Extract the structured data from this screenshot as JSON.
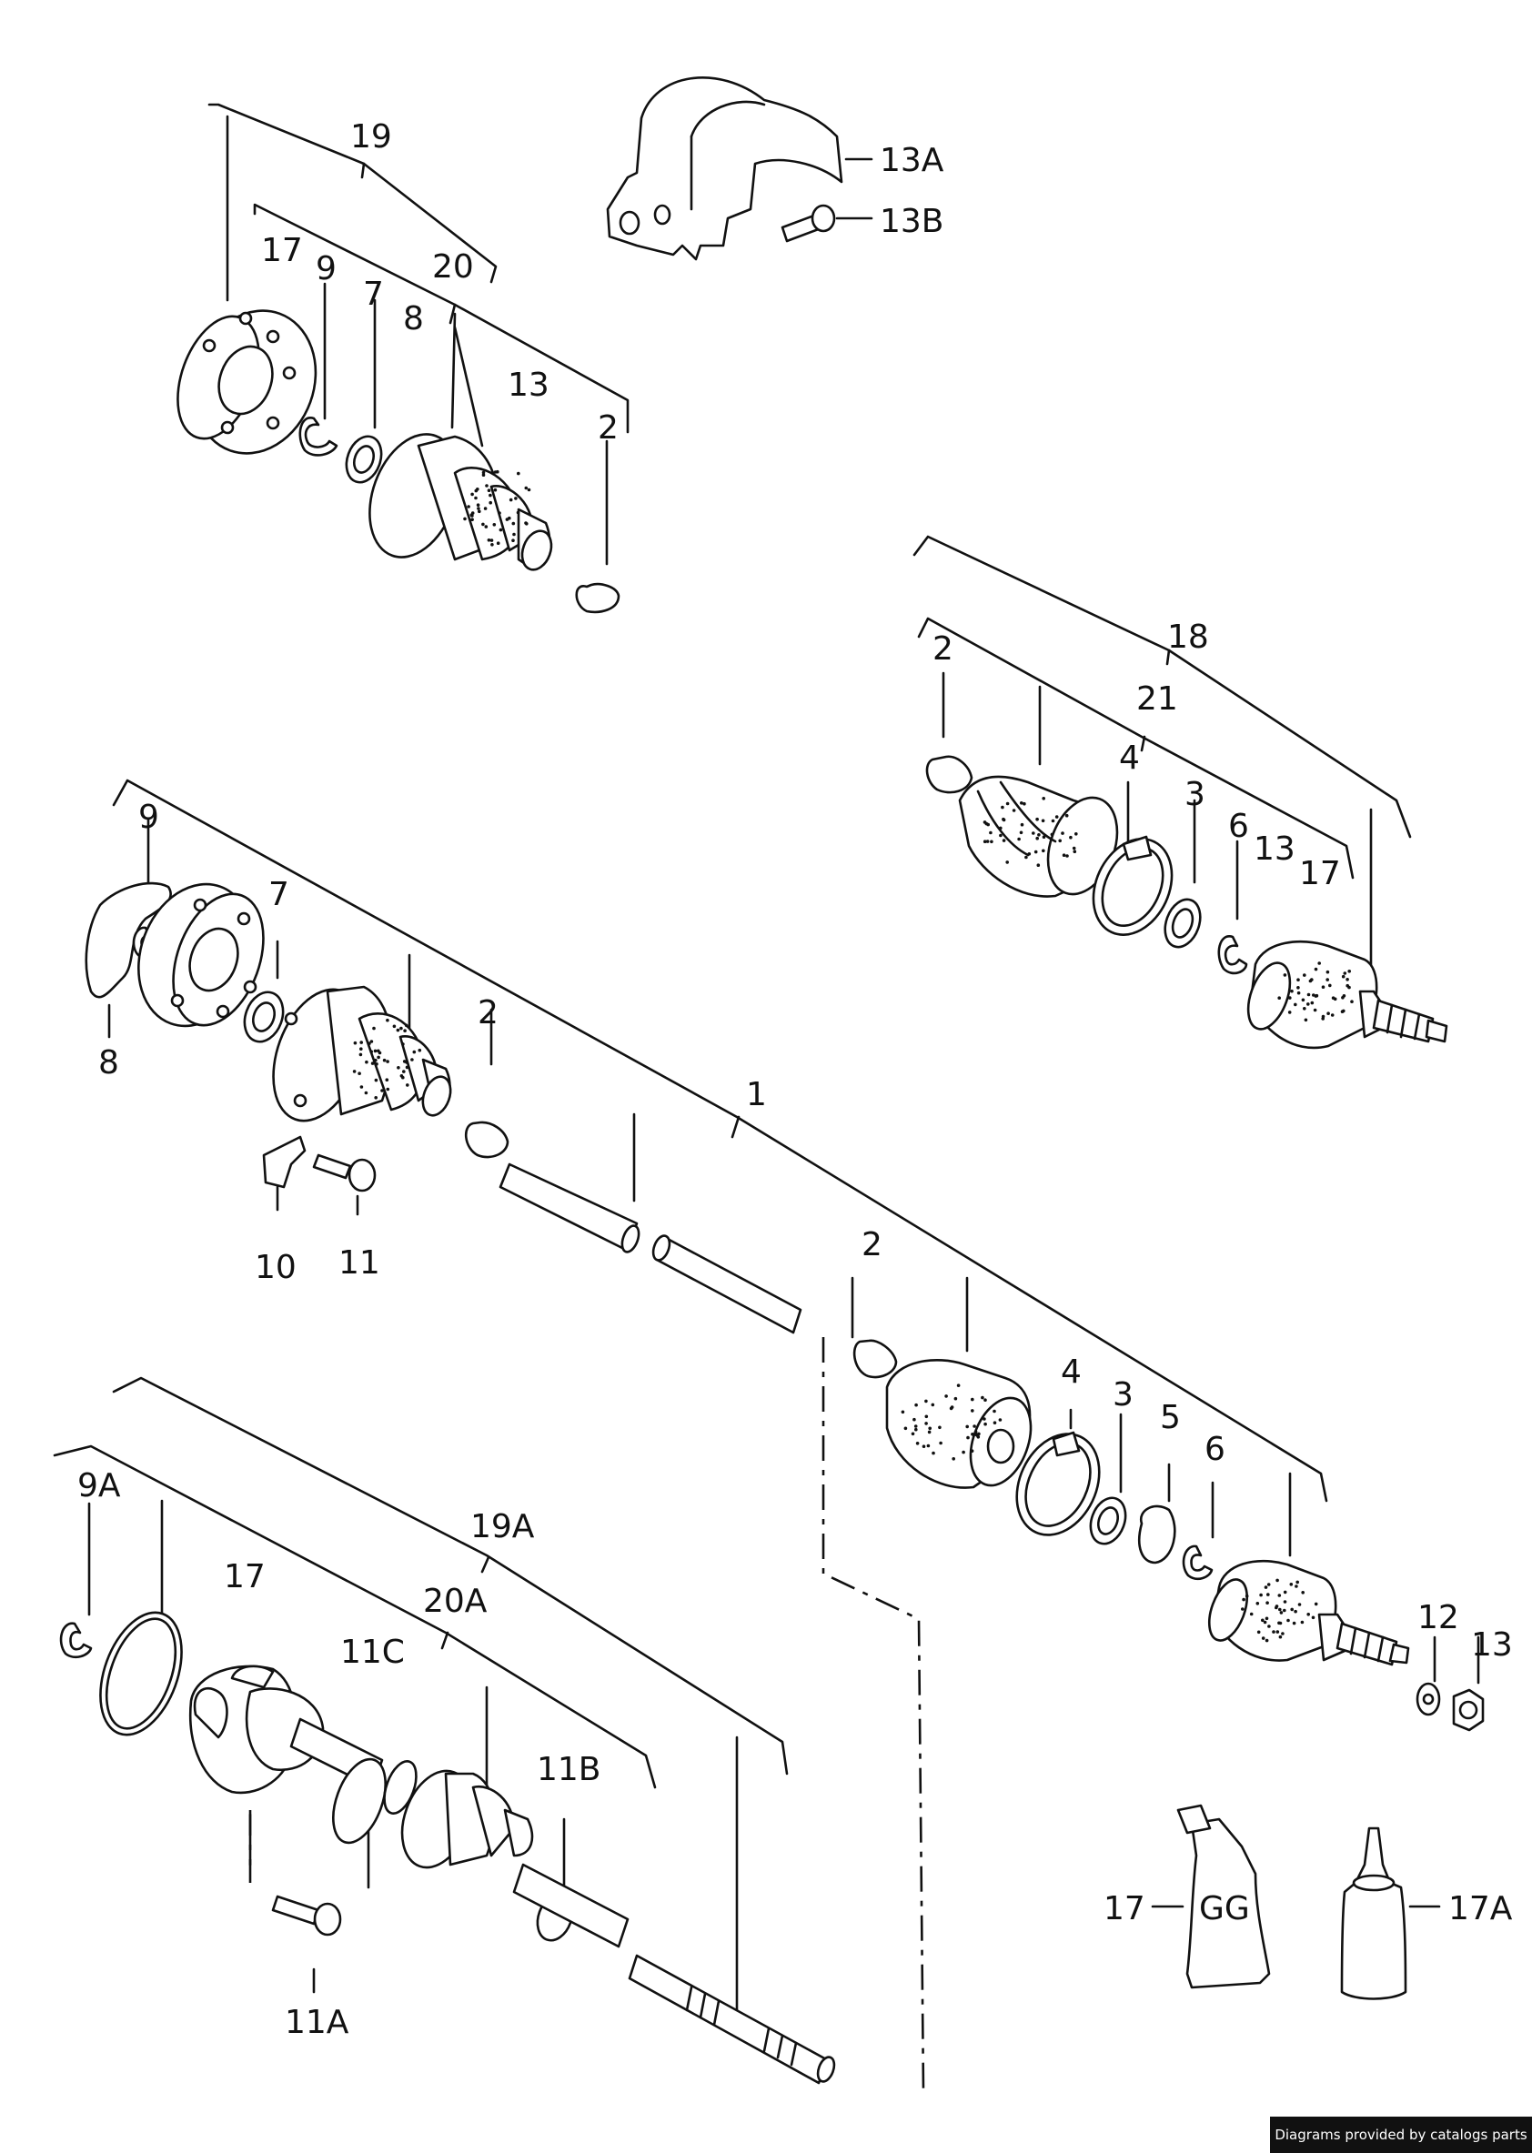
{
  "labels": {
    "l19": "19",
    "l17a": "17",
    "l9a": "9",
    "l7a": "7",
    "l20": "20",
    "l8a": "8",
    "l13a": "13",
    "l2a": "2",
    "l13A": "13A",
    "l13B": "13B",
    "l18": "18",
    "l2b": "2",
    "l21": "21",
    "l4a": "4",
    "l3a": "3",
    "l6a": "6",
    "l13b": "13",
    "l17b": "17",
    "l9b": "9",
    "l7b": "7",
    "l8b": "8",
    "l2c": "2",
    "l1": "1",
    "l10": "10",
    "l11": "11",
    "l2d": "2",
    "l4b": "4",
    "l3b": "3",
    "l5": "5",
    "l6b": "6",
    "l12": "12",
    "l13c": "13",
    "l9A": "9A",
    "l17c": "17",
    "l19A": "19A",
    "l20A": "20A",
    "l11C": "11C",
    "l11B": "11B",
    "l11A": "11A",
    "l17d": "17",
    "l17A": "17A",
    "tube": "GG"
  },
  "credit": "Diagrams provided by catalogs parts"
}
